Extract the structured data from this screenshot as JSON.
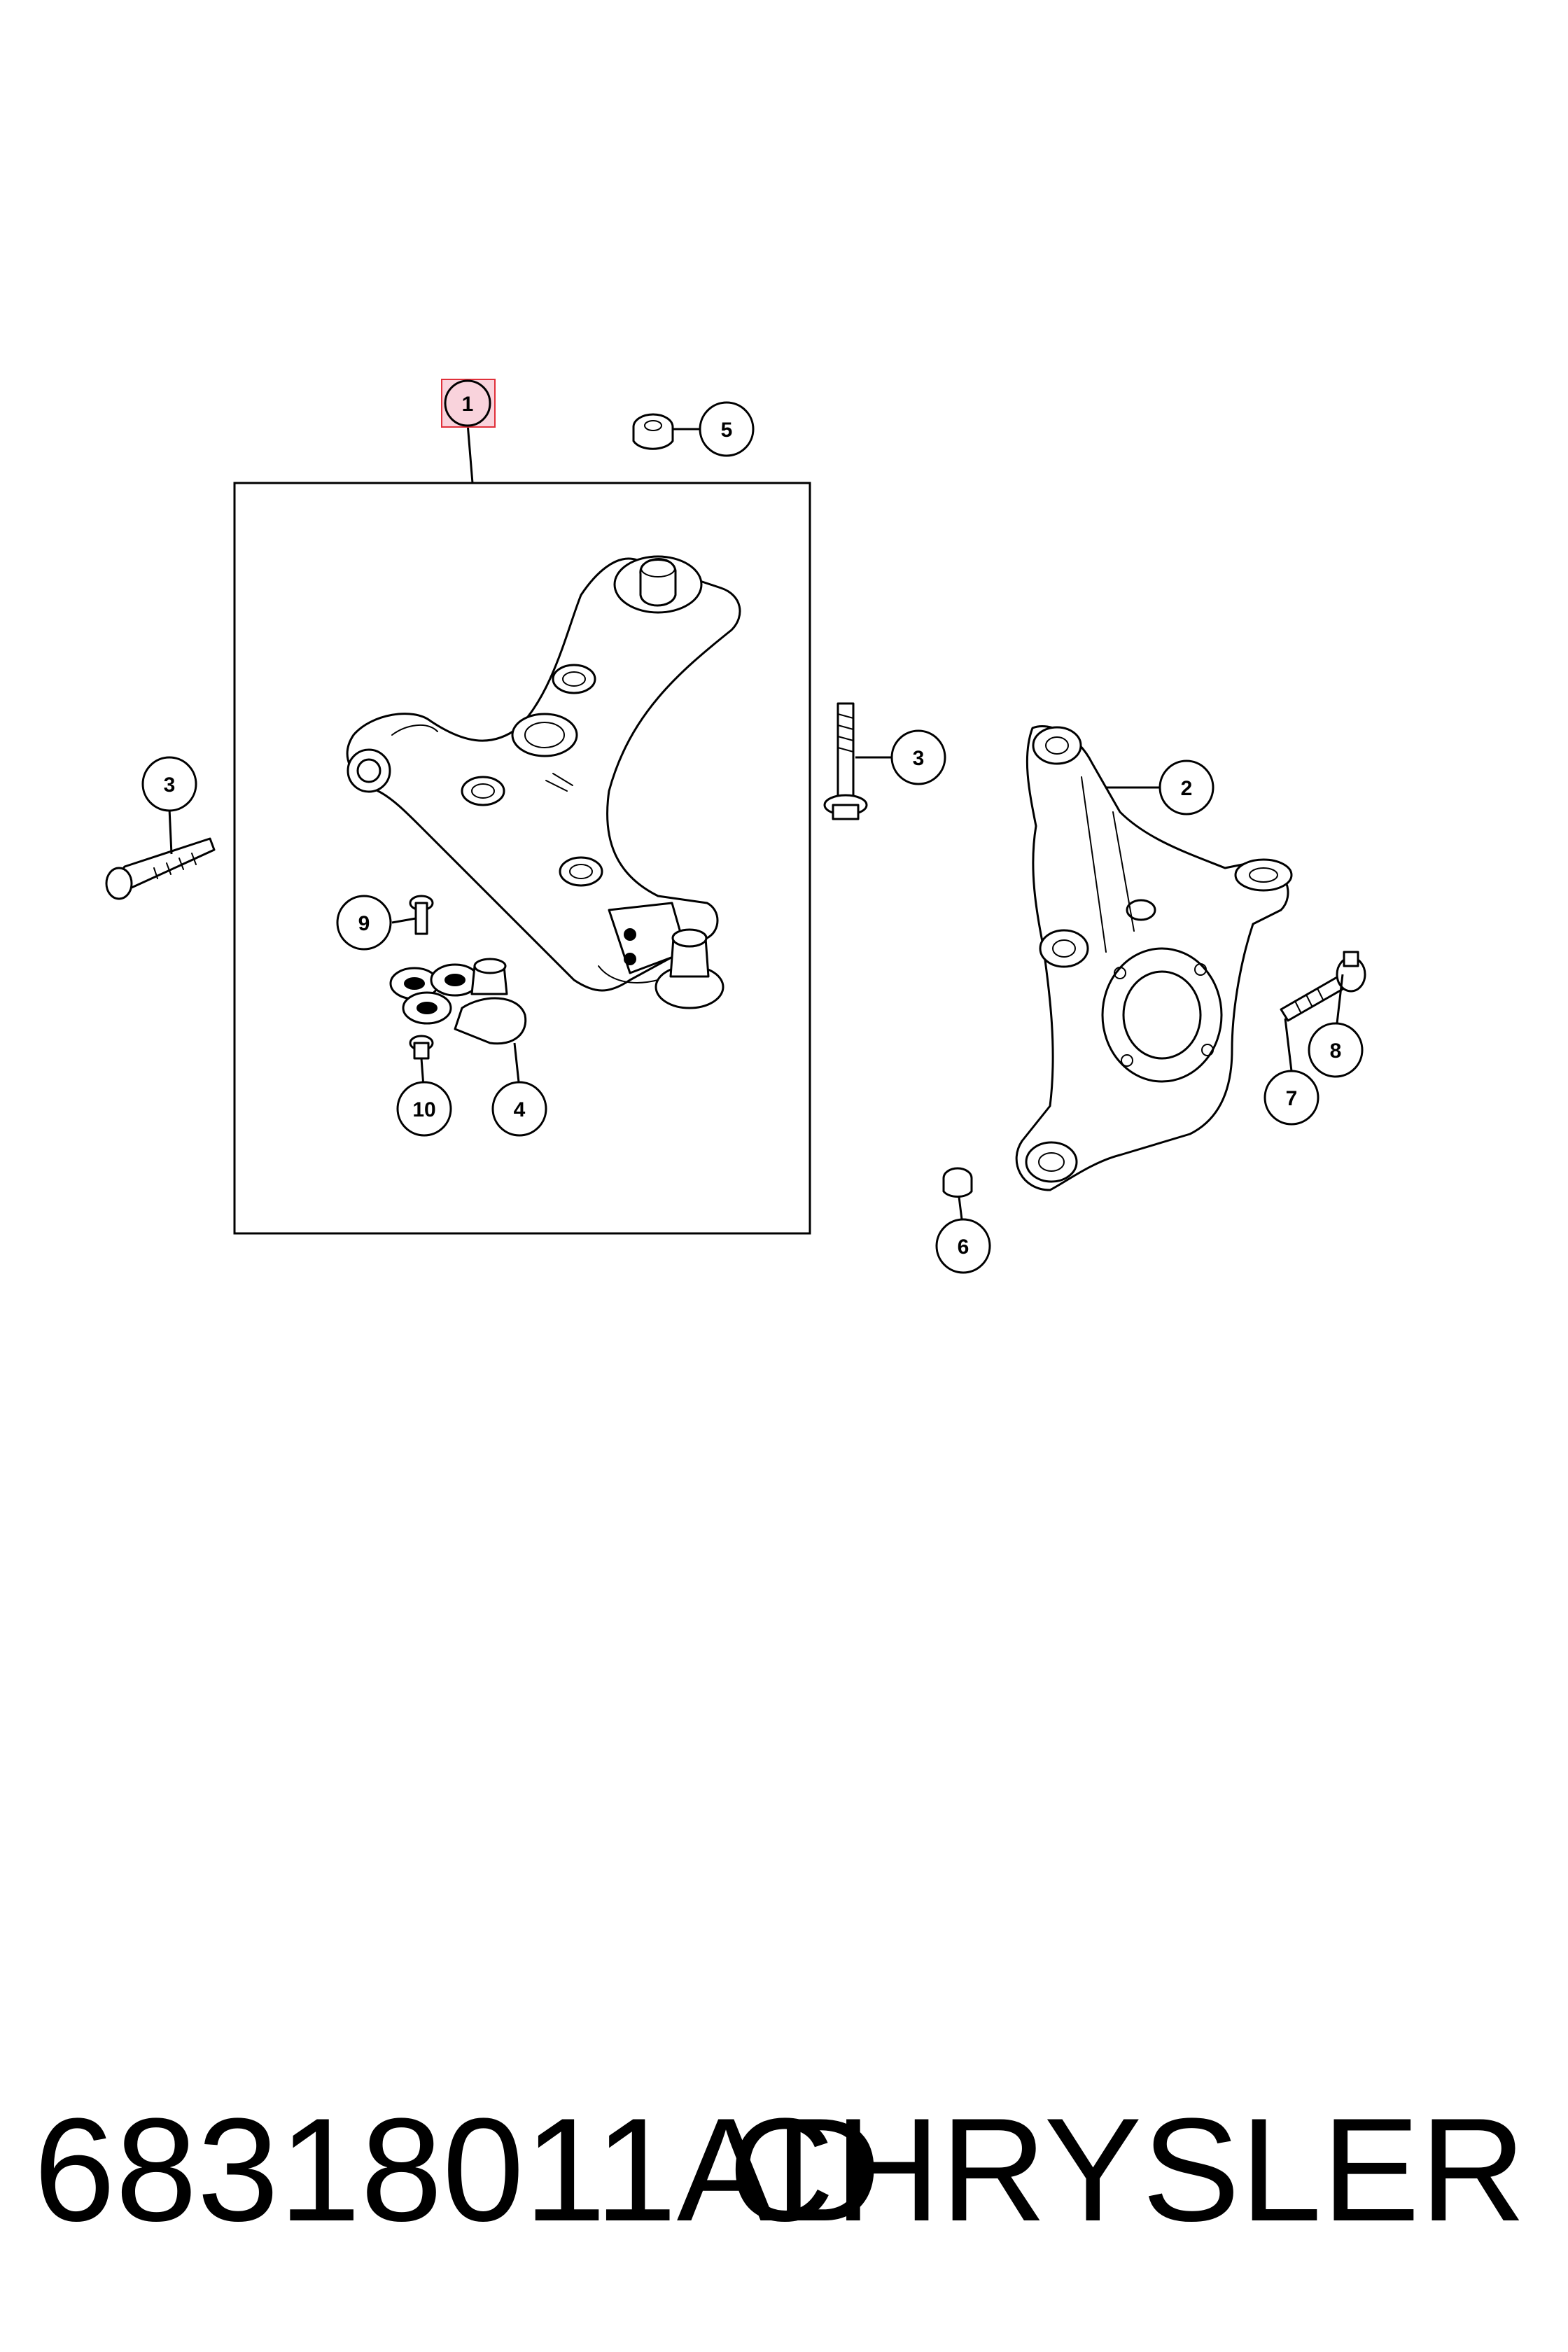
{
  "callouts": {
    "c1": "1",
    "c2": "2",
    "c3a": "3",
    "c3b": "3",
    "c4": "4",
    "c5": "5",
    "c6": "6",
    "c7": "7",
    "c8": "8",
    "c9": "9",
    "c10": "10"
  },
  "footer": {
    "part_number": "68318011AD",
    "brand": "CHRYSLER"
  },
  "colors": {
    "highlight_fill": "#f9d3dc",
    "highlight_stroke": "#e0303a",
    "ink": "#000000"
  }
}
